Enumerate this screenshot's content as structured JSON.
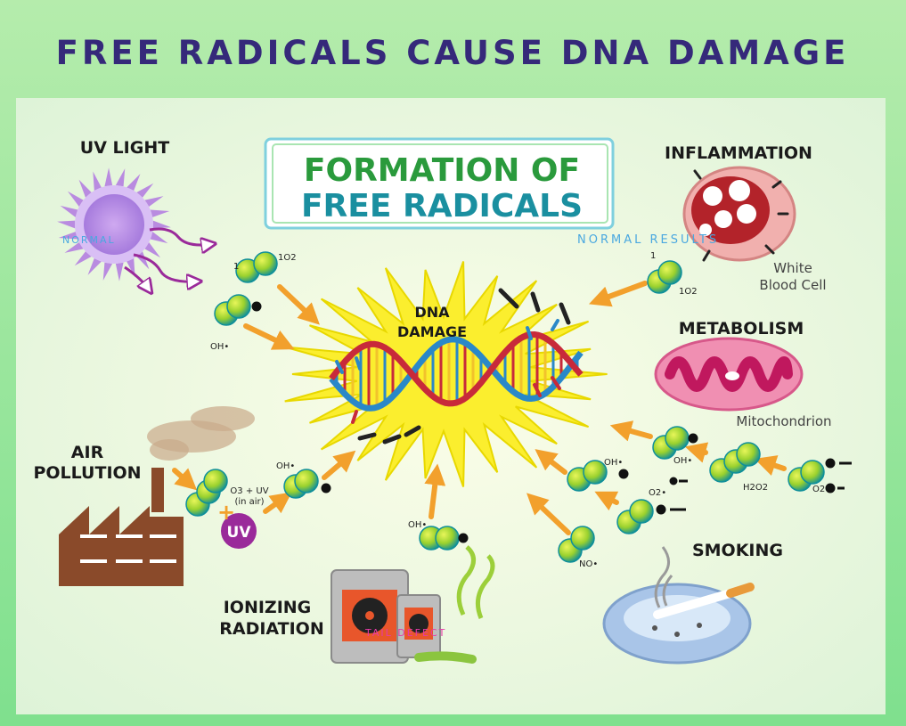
{
  "title": "FREE RADICALS CAUSE DNA DAMAGE",
  "box_title": {
    "line1": "FORMATION OF",
    "line2": "FREE RADICALS"
  },
  "center": {
    "line1": "DNA",
    "line2": "DAMAGE"
  },
  "sources": {
    "uv": "UV LIGHT",
    "inflammation": "INFLAMMATION",
    "metabolism": "METABOLISM",
    "air_line1": "AIR",
    "air_line2": "POLLUTION",
    "ionizing_line1": "IONIZING",
    "ionizing_line2": "RADIATION",
    "smoking": "SMOKING"
  },
  "sublabels": {
    "white_line1": "White",
    "white_line2": "Blood Cell",
    "mito": "Mitochondrion"
  },
  "molecules": {
    "one": "1",
    "o2": "1O2",
    "oh": "OH•",
    "h2o2": "H2O2",
    "o2rad": "O2•",
    "no": "NO•",
    "o3uv_line1": "O3 + UV",
    "o3uv_line2": "(in air)",
    "uv_badge": "UV"
  },
  "watermarks": {
    "normal": "NORMAL",
    "normal_results": "NORMAL RESULTS",
    "tail_defect": "TAIL DEFECT"
  },
  "colors": {
    "title": "#35297a",
    "arrow": "#f2a02c",
    "sun": "#b98be0",
    "mol_green": "#8fd12e",
    "mol_teal": "#10a9a9",
    "box_green": "#2a9a3c",
    "box_teal": "#1a8fa0",
    "starburst": "#fbee2e"
  }
}
